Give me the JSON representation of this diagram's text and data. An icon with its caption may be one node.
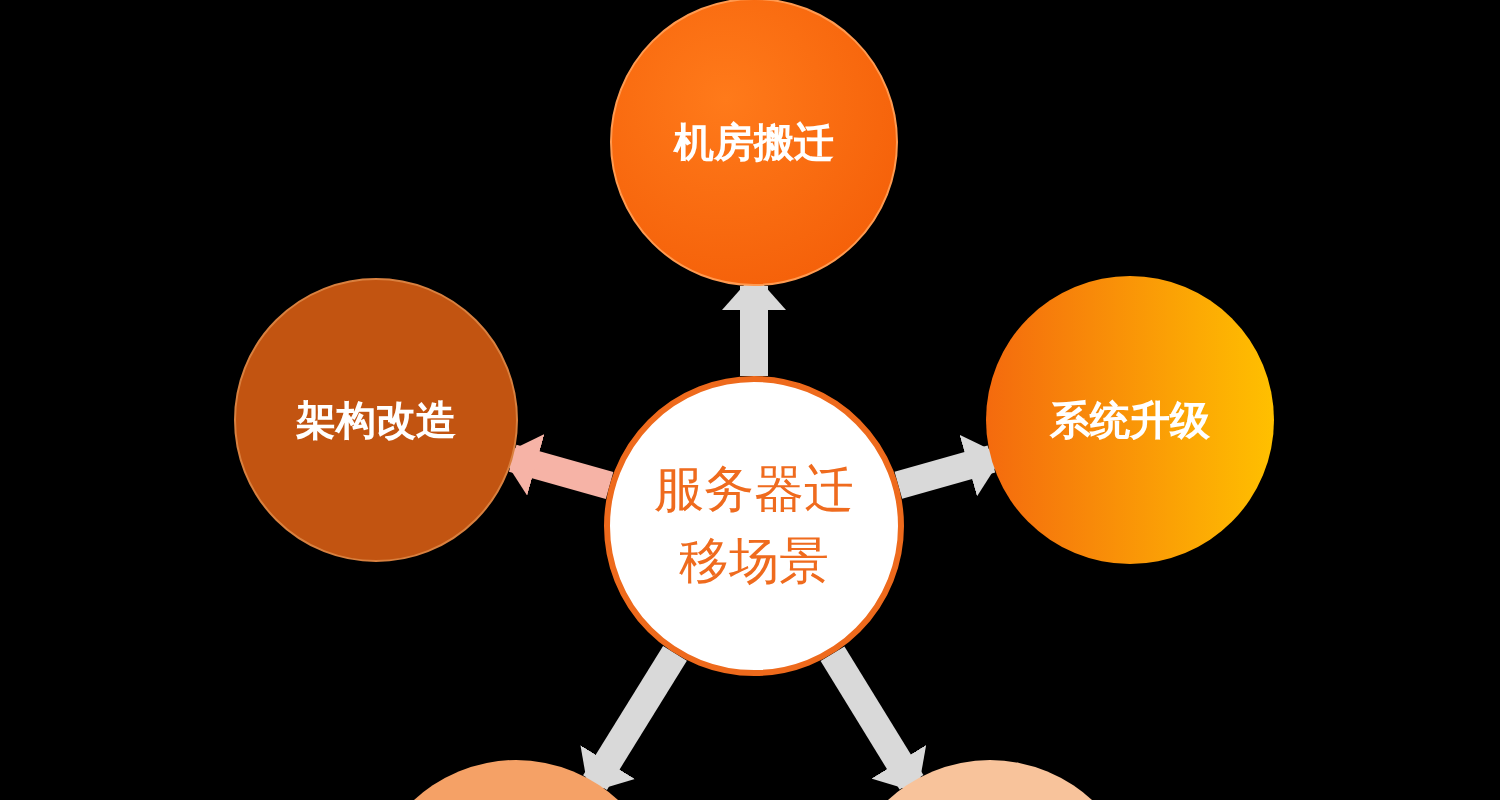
{
  "diagram": {
    "nodes": [
      {
        "text": [
          "机房搬迁"
        ]
      },
      {
        "text": [
          "架构改造"
        ]
      },
      {
        "text": [
          "服务器迁移场景"
        ]
      },
      {
        "text": [
          "系统升级"
        ]
      },
      {
        "text": [],
        "shape": "circle"
      },
      {
        "text": [],
        "shape": "circle"
      }
    ],
    "edges": [
      {
        "from": 2,
        "to": 0,
        "arrow": "to"
      },
      {
        "from": 2,
        "to": 1,
        "arrow": "to",
        "color": "#f6b3a6"
      },
      {
        "from": 2,
        "to": 3,
        "arrow": "to"
      },
      {
        "from": 2,
        "to": 4,
        "arrow": "to"
      },
      {
        "from": 2,
        "to": 5,
        "arrow": "to"
      }
    ]
  }
}
